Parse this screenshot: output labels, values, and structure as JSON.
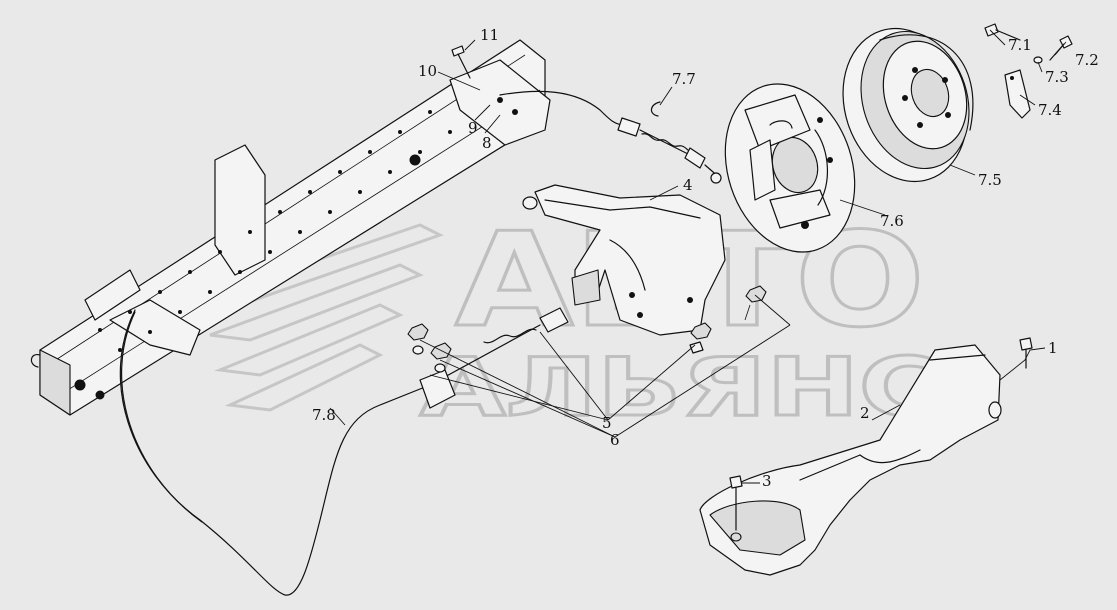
{
  "watermark": {
    "line1": "АВТО",
    "line2": "АЛЬЯНС"
  },
  "labels": {
    "l1": "1",
    "l2": "2",
    "l3": "3",
    "l4": "4",
    "l5": "5",
    "l6": "6",
    "l7_1": "7.1",
    "l7_2": "7.2",
    "l7_3": "7.3",
    "l7_4": "7.4",
    "l7_5": "7.5",
    "l7_6": "7.6",
    "l7_7": "7.7",
    "l7_8": "7.8",
    "l8": "8",
    "l9": "9",
    "l10": "10",
    "l11": "11"
  }
}
